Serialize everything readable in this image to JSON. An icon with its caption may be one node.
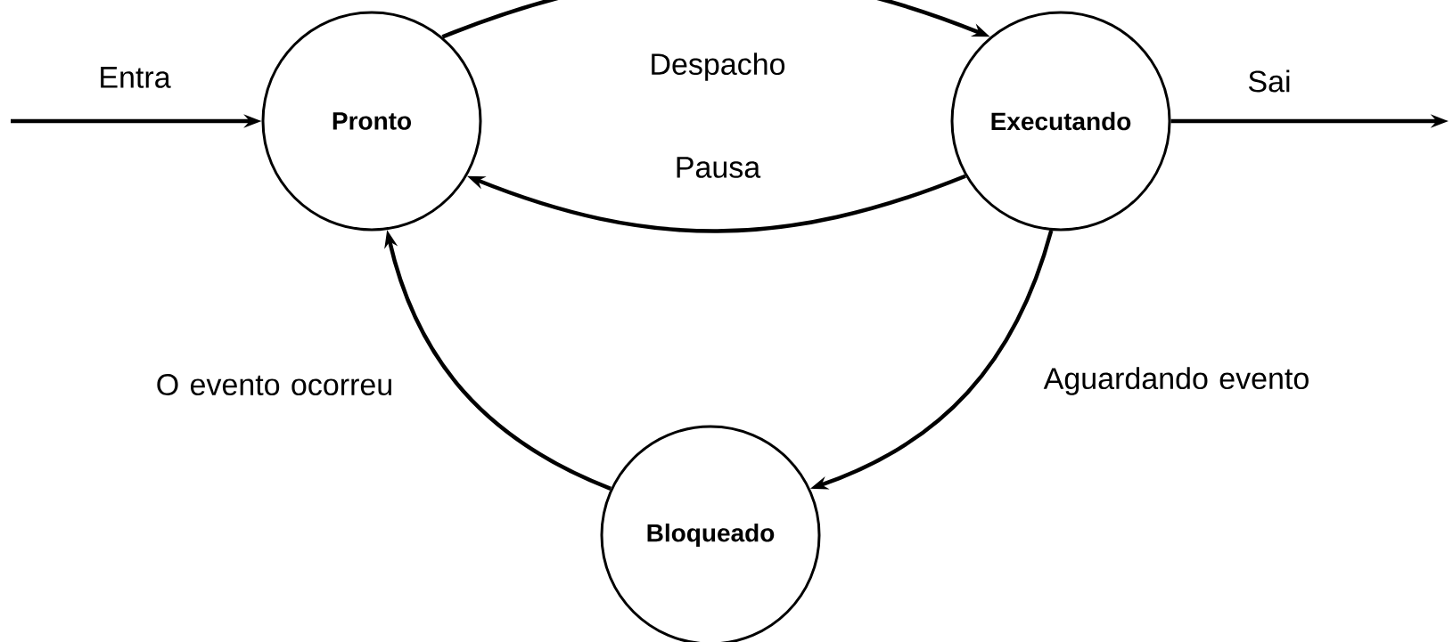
{
  "diagram": {
    "nodes": [
      {
        "text": [
          "Pronto"
        ]
      },
      {
        "text": [
          "Executando"
        ]
      },
      {
        "text": [
          "Bloqueado"
        ]
      }
    ],
    "edges": [
      {
        "from": null,
        "to": 0,
        "arrow": "to",
        "label": "Entra"
      },
      {
        "from": 0,
        "to": 1,
        "arrow": "to",
        "label": "Despacho"
      },
      {
        "from": 1,
        "to": 0,
        "arrow": "to",
        "label": "Pausa"
      },
      {
        "from": 1,
        "to": null,
        "arrow": "to",
        "label": "Sai"
      },
      {
        "from": 1,
        "to": 2,
        "arrow": "to",
        "label": "Aguardando evento"
      },
      {
        "from": 2,
        "to": 0,
        "arrow": "to",
        "label": "O evento ocorreu"
      }
    ]
  }
}
